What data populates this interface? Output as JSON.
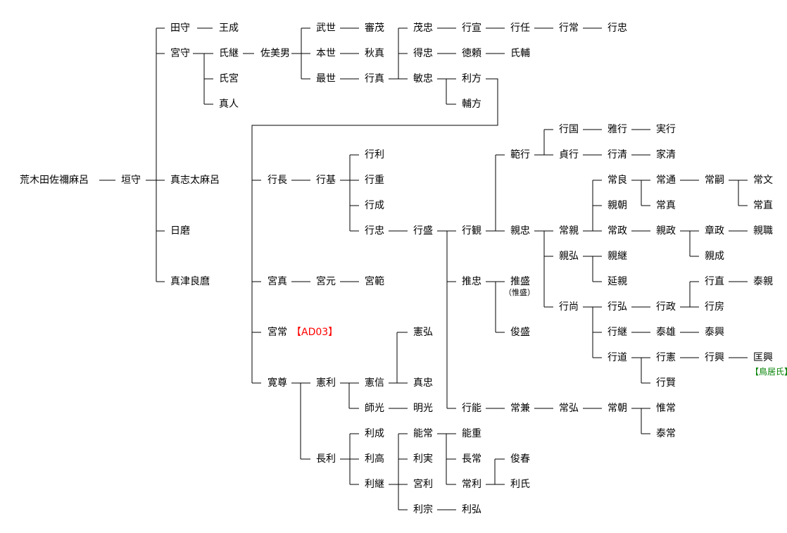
{
  "persons": [
    "荒木田佐禰麻呂",
    "垣守",
    "田守",
    "王成",
    "宮守",
    "氏継",
    "佐美男",
    "氏宮",
    "真人",
    "武世",
    "審茂",
    "本世",
    "秋真",
    "最世",
    "行真",
    "茂忠",
    "行宣",
    "行任",
    "行常",
    "行忠",
    "得忠",
    "徳頼",
    "氏輔",
    "敏忠",
    "利方",
    "輔方",
    "真志太麻呂",
    "日磨",
    "真津良麿",
    "行長",
    "行基",
    "行利",
    "行重",
    "行成",
    "行忠",
    "行盛",
    "行観",
    "範行",
    "行国",
    "雅行",
    "実行",
    "貞行",
    "行清",
    "家清",
    "親忠",
    "常親",
    "常良",
    "常通",
    "常嗣",
    "常文",
    "常直",
    "親朝",
    "常真",
    "常政",
    "親政",
    "章政",
    "親職",
    "親成",
    "親弘",
    "親継",
    "延親",
    "行尚",
    "行弘",
    "行政",
    "行直",
    "泰親",
    "行房",
    "行継",
    "泰雄",
    "泰興",
    "行道",
    "行憲",
    "行興",
    "匡興",
    "行賢",
    "推忠",
    "推盛",
    "俊盛",
    "行能",
    "常兼",
    "常弘",
    "常朝",
    "惟常",
    "泰常",
    "宮真",
    "宮元",
    "宮範",
    "宮常",
    "寛尊",
    "憲利",
    "憲信",
    "憲弘",
    "真忠",
    "師光",
    "明光",
    "長利",
    "利成",
    "利高",
    "利継",
    "能常",
    "利実",
    "宮利",
    "利宗",
    "能重",
    "長常",
    "常利",
    "俊春",
    "利氏",
    "利弘"
  ],
  "notes": {
    "alias": "（惟盛）",
    "ad_code": "【AD03】",
    "torii": "【鳥居氏】"
  },
  "colors": {
    "ad_code": "#ff0000",
    "torii": "#008000",
    "line": "#000000"
  }
}
